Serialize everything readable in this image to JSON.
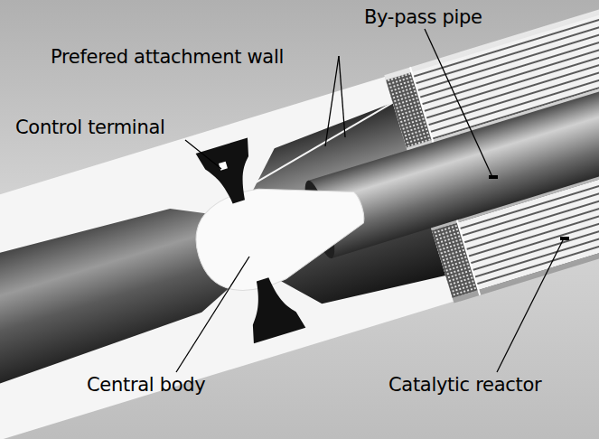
{
  "diagram": {
    "labels": [
      "By-pass pipe",
      "Prefered attachment wall",
      "Control terminal",
      "Central body",
      "Catalytic reactor"
    ]
  }
}
